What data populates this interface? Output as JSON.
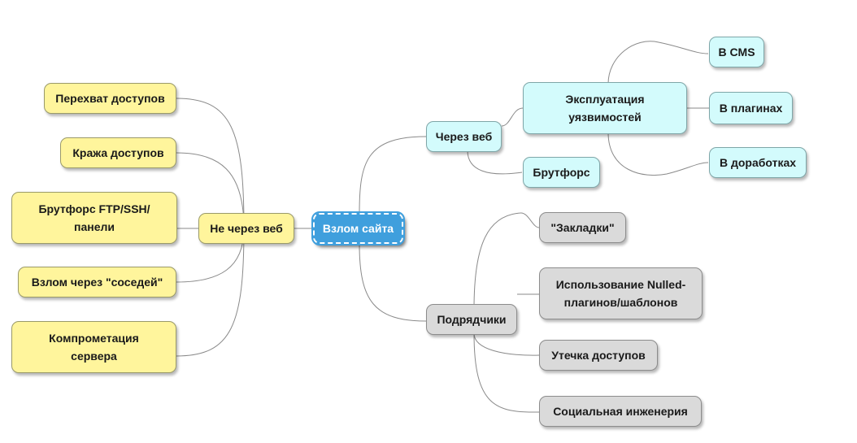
{
  "root": {
    "label": "Взлом сайта",
    "color": "#3f9fdd"
  },
  "left": {
    "branch": "Не через веб",
    "color": "#fff59c",
    "items": [
      "Перехват доступов",
      "Кража доступов",
      "Брутфорс FTP/SSH/\nпанели",
      "Взлом через \"соседей\"",
      "Компрометация\nсервера"
    ]
  },
  "web": {
    "branch": "Через веб",
    "color": "#d3fbfc",
    "exploit": "Эксплуатация\nуязвимостей",
    "exploit_items": [
      "В CMS",
      "В плагинах",
      "В доработках"
    ],
    "brute": "Брутфорс"
  },
  "contractors": {
    "branch": "Подрядчики",
    "color": "#dadada",
    "items": [
      "\"Закладки\"",
      "Использование Nulled-\nплагинов/шаблонов",
      "Утечка доступов",
      "Социальная инженерия"
    ]
  }
}
